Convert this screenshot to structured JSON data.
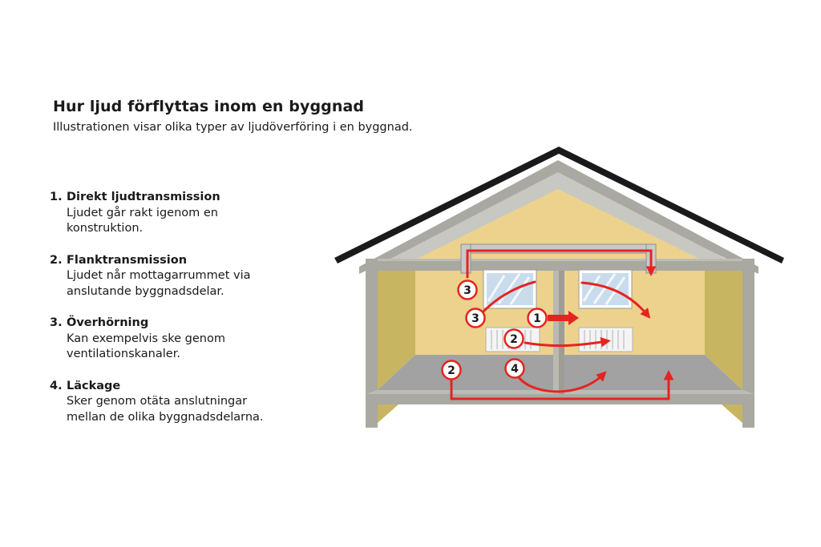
{
  "header": {
    "title": "Hur ljud förflyttas inom en byggnad",
    "subtitle": "Illustrationen visar olika typer av ljudöverföring i en byggnad."
  },
  "legend": [
    {
      "number": "1.",
      "name": "Direkt ljudtransmission",
      "description": "Ljudet går rakt igenom en\nkonstruktion."
    },
    {
      "number": "2.",
      "name": "Flanktransmission",
      "description": "Ljudet når mottagarrummet via\nanslutande byggnadsdelar."
    },
    {
      "number": "3.",
      "name": "Överhörning",
      "description": "Kan exempelvis ske genom\nventilationskanaler."
    },
    {
      "number": "4.",
      "name": "Läckage",
      "description": "Sker genom otäta anslutningar\nmellan de olika byggnadsdelarna."
    }
  ],
  "badges": [
    {
      "label": "3"
    },
    {
      "label": "3"
    },
    {
      "label": "1"
    },
    {
      "label": "2"
    },
    {
      "label": "2"
    },
    {
      "label": "4"
    }
  ],
  "colors": {
    "roof": "#1a1a1a",
    "structure": "#a9a9a1",
    "wall": "#ecd28c",
    "side_wall": "#c7b561",
    "floor": "#a2a2a2",
    "arrow": "#e52421"
  }
}
